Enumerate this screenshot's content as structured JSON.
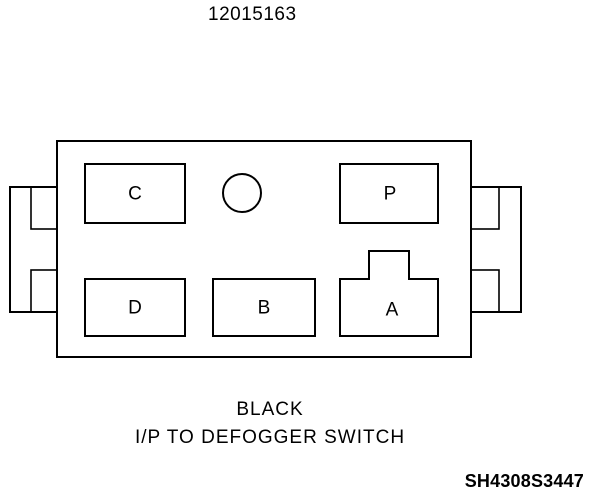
{
  "connector": {
    "part_number": "12015163",
    "color": "BLACK",
    "description": "I/P TO DEFOGGER SWITCH"
  },
  "cavities": [
    {
      "id": "C",
      "label": "C"
    },
    {
      "id": "P",
      "label": "P"
    },
    {
      "id": "D",
      "label": "D"
    },
    {
      "id": "B",
      "label": "B"
    },
    {
      "id": "A",
      "label": "A"
    }
  ],
  "reference_code": "SH4308S3447",
  "colors": {
    "line": "#000000",
    "background": "#ffffff"
  }
}
